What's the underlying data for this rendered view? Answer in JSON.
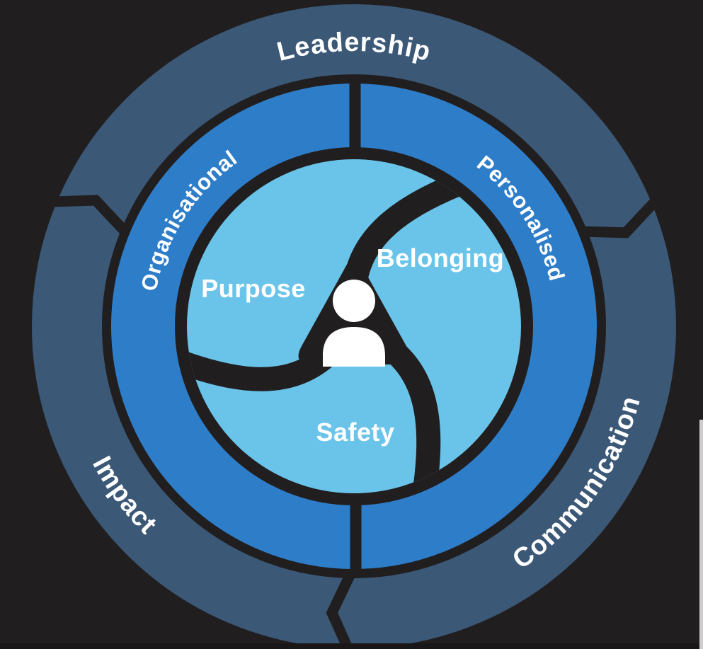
{
  "canvas": {
    "background": "#211e1f",
    "bottom_bar_color": "#191718",
    "edge_sliver_color": "#cfcdce"
  },
  "wheel": {
    "outer_ring": {
      "color": "#3b5877",
      "labels": {
        "top": "Leadership",
        "bottom_left": "Impact",
        "bottom_right": "Communication"
      }
    },
    "middle_ring": {
      "color": "#2e7dc8",
      "labels": {
        "left": "Organisational",
        "right": "Personalised"
      }
    },
    "inner_circle": {
      "color": "#6ac4ea",
      "labels": {
        "upper_left": "Purpose",
        "upper_right": "Belonging",
        "bottom": "Safety"
      },
      "label_color": "#ffffff"
    },
    "center": {
      "icon": "person-icon",
      "icon_color": "#ffffff"
    }
  }
}
